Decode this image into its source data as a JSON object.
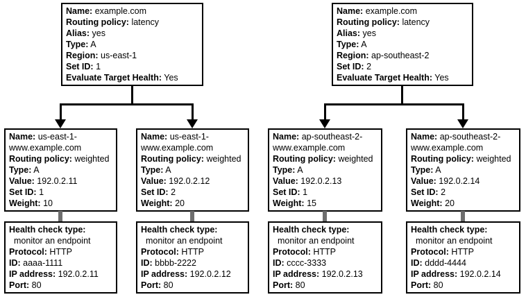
{
  "diagram": {
    "title": "route53-latency-weighted-routing-diagram",
    "colors": {
      "background": "#ffffff",
      "box_border": "#000000",
      "text": "#000000",
      "connector": "#000000",
      "link_bar": "#6e6e6e"
    },
    "latency_records": [
      {
        "lines": [
          {
            "label": "Name:",
            "value": " example.com"
          },
          {
            "label": "Routing policy:",
            "value": " latency"
          },
          {
            "label": "Alias:",
            "value": " yes"
          },
          {
            "label": "Type:",
            "value": " A"
          },
          {
            "label": "Region:",
            "value": " us-east-1"
          },
          {
            "label": "Set ID:",
            "value": " 1"
          },
          {
            "label": "Evaluate Target Health:",
            "value": " Yes"
          }
        ]
      },
      {
        "lines": [
          {
            "label": "Name:",
            "value": " example.com"
          },
          {
            "label": "Routing policy:",
            "value": " latency"
          },
          {
            "label": "Alias:",
            "value": " yes"
          },
          {
            "label": "Type:",
            "value": " A"
          },
          {
            "label": "Region:",
            "value": " ap-southeast-2"
          },
          {
            "label": "Set ID:",
            "value": " 2"
          },
          {
            "label": "Evaluate Target Health:",
            "value": " Yes"
          }
        ]
      }
    ],
    "weighted_records": [
      {
        "lines": [
          {
            "label": "Name:",
            "value": " us-east-1-www.example.com"
          },
          {
            "label": "Routing policy:",
            "value": " weighted"
          },
          {
            "label": "Type:",
            "value": " A"
          },
          {
            "label": "Value:",
            "value": " 192.0.2.11"
          },
          {
            "label": "Set ID:",
            "value": " 1"
          },
          {
            "label": "Weight:",
            "value": " 10"
          }
        ]
      },
      {
        "lines": [
          {
            "label": "Name:",
            "value": " us-east-1-www.example.com"
          },
          {
            "label": "Routing policy:",
            "value": " weighted"
          },
          {
            "label": "Type:",
            "value": " A"
          },
          {
            "label": "Value:",
            "value": " 192.0.2.12"
          },
          {
            "label": "Set ID:",
            "value": " 2"
          },
          {
            "label": "Weight:",
            "value": " 20"
          }
        ]
      },
      {
        "lines": [
          {
            "label": "Name:",
            "value": " ap-southeast-2-www.example.com"
          },
          {
            "label": "Routing policy:",
            "value": " weighted"
          },
          {
            "label": "Type:",
            "value": " A"
          },
          {
            "label": "Value:",
            "value": " 192.0.2.13"
          },
          {
            "label": "Set ID:",
            "value": " 1"
          },
          {
            "label": "Weight:",
            "value": " 15"
          }
        ]
      },
      {
        "lines": [
          {
            "label": "Name:",
            "value": " ap-southeast-2-www.example.com"
          },
          {
            "label": "Routing policy:",
            "value": " weighted"
          },
          {
            "label": "Type:",
            "value": " A"
          },
          {
            "label": "Value:",
            "value": " 192.0.2.14"
          },
          {
            "label": "Set ID:",
            "value": " 2"
          },
          {
            "label": "Weight:",
            "value": " 20"
          }
        ]
      }
    ],
    "health_checks": [
      {
        "lines": [
          {
            "label": "Health check type:",
            "value": ""
          },
          {
            "label": "",
            "value": "monitor an endpoint",
            "indent": true
          },
          {
            "label": "Protocol:",
            "value": " HTTP"
          },
          {
            "label": "ID:",
            "value": " aaaa-1111"
          },
          {
            "label": "IP address:",
            "value": " 192.0.2.11"
          },
          {
            "label": "Port:",
            "value": " 80"
          }
        ]
      },
      {
        "lines": [
          {
            "label": "Health check type:",
            "value": ""
          },
          {
            "label": "",
            "value": "monitor an endpoint",
            "indent": true
          },
          {
            "label": "Protocol:",
            "value": " HTTP"
          },
          {
            "label": "ID:",
            "value": " bbbb-2222"
          },
          {
            "label": "IP address:",
            "value": " 192.0.2.12"
          },
          {
            "label": "Port:",
            "value": " 80"
          }
        ]
      },
      {
        "lines": [
          {
            "label": "Health check type:",
            "value": ""
          },
          {
            "label": "",
            "value": "monitor an endpoint",
            "indent": true
          },
          {
            "label": "Protocol:",
            "value": " HTTP"
          },
          {
            "label": "ID:",
            "value": " cccc-3333"
          },
          {
            "label": "IP address:",
            "value": " 192.0.2.13"
          },
          {
            "label": "Port:",
            "value": " 80"
          }
        ]
      },
      {
        "lines": [
          {
            "label": "Health check type:",
            "value": ""
          },
          {
            "label": "",
            "value": "monitor an endpoint",
            "indent": true
          },
          {
            "label": "Protocol:",
            "value": " HTTP"
          },
          {
            "label": "ID:",
            "value": " dddd-4444"
          },
          {
            "label": "IP address:",
            "value": " 192.0.2.14"
          },
          {
            "label": "Port:",
            "value": " 80"
          }
        ]
      }
    ]
  }
}
